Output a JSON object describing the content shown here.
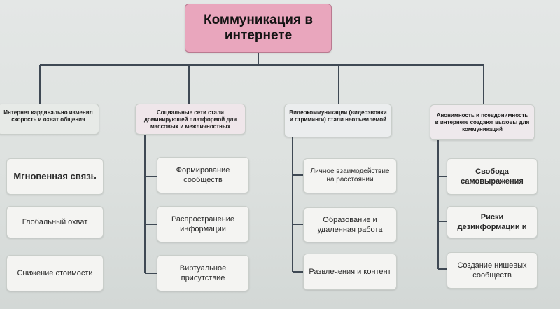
{
  "root": {
    "title": "Коммуникация в интернете"
  },
  "branches": [
    {
      "label": "Интернет кардинально изменил скорость и охват общения",
      "items": [
        "Мгновенная связь",
        "Глобальный охват",
        "Снижение стоимости"
      ]
    },
    {
      "label": "Социальные сети стали доминирующей платформой для массовых и межличностных",
      "items": [
        "Формирование сообществ",
        "Распространение информации",
        "Виртуальное присутствие"
      ]
    },
    {
      "label": "Видеокоммуникации (видеозвонки и стриминги) стали неотъемлемой",
      "items": [
        "Личное взаимодействие на расстоянии",
        "Образование и удаленная работа",
        "Развлечения и контент"
      ]
    },
    {
      "label": "Анонимность и псевдонимность в интернете создают вызовы для коммуникаций",
      "items": [
        "Свобода самовыражения",
        "Риски дезинформации и",
        "Создание нишевых сообществ"
      ]
    }
  ],
  "colors": {
    "root_fill": "#e9a6bd",
    "line": "#3f4954",
    "box_fill": "#f4f4f2"
  }
}
